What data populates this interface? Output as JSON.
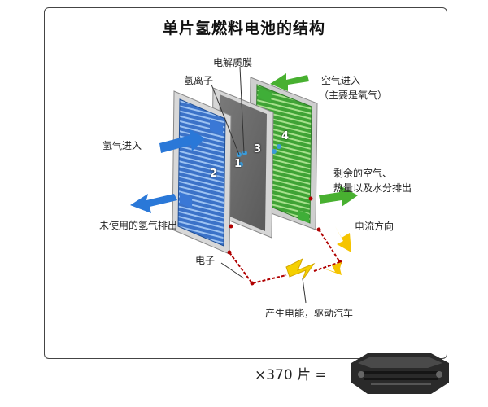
{
  "title": "单片氢燃料电池的结构",
  "labels": {
    "membrane": "电解质膜",
    "hydrogen_ion": "氢离子",
    "air_in": "空气进入",
    "air_in_note": "（主要是氧气）",
    "hydrogen_in": "氢气进入",
    "exhaust": "剩余的空气、",
    "exhaust2": "热量以及水分排出",
    "unused_h2": "未使用的氢气排出",
    "current_dir": "电流方向",
    "electron": "电子",
    "power": "产生电能，驱动汽车"
  },
  "numbers": [
    "1",
    "2",
    "3",
    "4"
  ],
  "stack": {
    "multiplier": "×370 片 ="
  },
  "colors": {
    "anode_plate": "#4a86d8",
    "membrane": "#6e6e6e",
    "cathode_plate": "#55b848",
    "arrow_blue": "#2a78d8",
    "arrow_green": "#48b030",
    "wire_red": "#b00000",
    "bolt_yellow": "#f5d000"
  }
}
